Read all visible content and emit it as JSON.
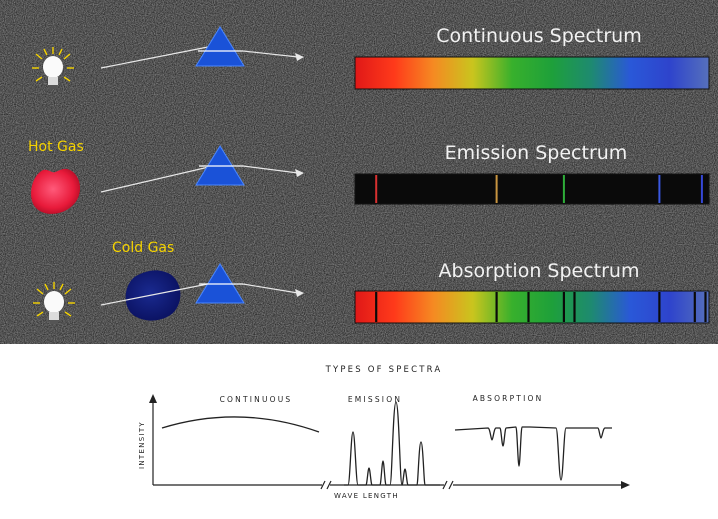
{
  "panels": [
    {
      "id": "continuous",
      "title": "Continuous Spectrum",
      "gas_label": "",
      "lines": []
    },
    {
      "id": "emission",
      "title": "Emission Spectrum",
      "gas_label": "Hot Gas",
      "lines": [
        {
          "wavelength": 0.06,
          "color": "#d83030"
        },
        {
          "wavelength": 0.4,
          "color": "#c89440"
        },
        {
          "wavelength": 0.59,
          "color": "#2fae3a"
        },
        {
          "wavelength": 0.86,
          "color": "#3a58e0"
        },
        {
          "wavelength": 0.98,
          "color": "#3648d8"
        }
      ]
    },
    {
      "id": "absorption",
      "title": "Absorption Spectrum",
      "gas_label": "Cold Gas",
      "lines": [
        {
          "wavelength": 0.06
        },
        {
          "wavelength": 0.4
        },
        {
          "wavelength": 0.49
        },
        {
          "wavelength": 0.59
        },
        {
          "wavelength": 0.62
        },
        {
          "wavelength": 0.86
        },
        {
          "wavelength": 0.96
        },
        {
          "wavelength": 0.99
        }
      ]
    }
  ],
  "spectrum_colors": [
    "#e01818",
    "#ff3a1a",
    "#f58a22",
    "#c9c51e",
    "#38b02c",
    "#1ea03a",
    "#1e8a70",
    "#2a58d8",
    "#2e44cc",
    "#5670bc"
  ],
  "graph": {
    "title": "TYPES OF SPECTRA",
    "labels": {
      "continuous": "CONTINUOUS",
      "emission": "EMISSION",
      "absorption": "ABSORPTION"
    },
    "y_axis": "INTENSITY",
    "x_axis": "WAVE LENGTH"
  }
}
